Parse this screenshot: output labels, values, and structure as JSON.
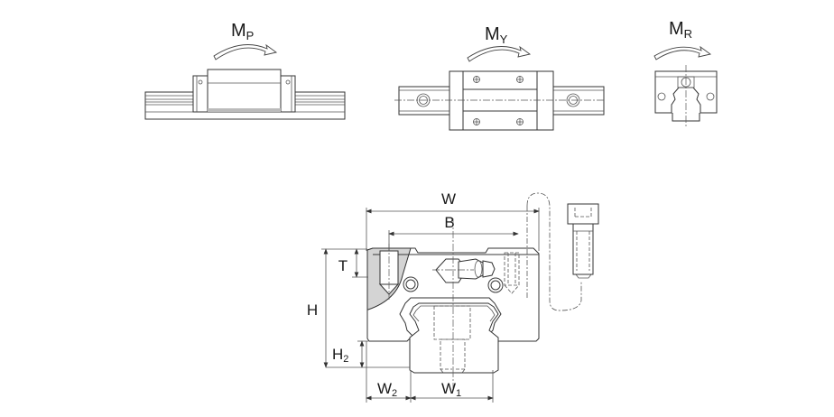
{
  "moments": {
    "pitch": {
      "main": "M",
      "sub": "P"
    },
    "yaw": {
      "main": "M",
      "sub": "Y"
    },
    "roll": {
      "main": "M",
      "sub": "R"
    }
  },
  "dimensions": {
    "W": "W",
    "B": "B",
    "T": "T",
    "H": "H",
    "H2": {
      "main": "H",
      "sub": "2"
    },
    "W2": {
      "main": "W",
      "sub": "2"
    },
    "W1": {
      "main": "W",
      "sub": "1"
    }
  },
  "icons": {
    "moment_arrow": "curved-arrow-icon"
  }
}
